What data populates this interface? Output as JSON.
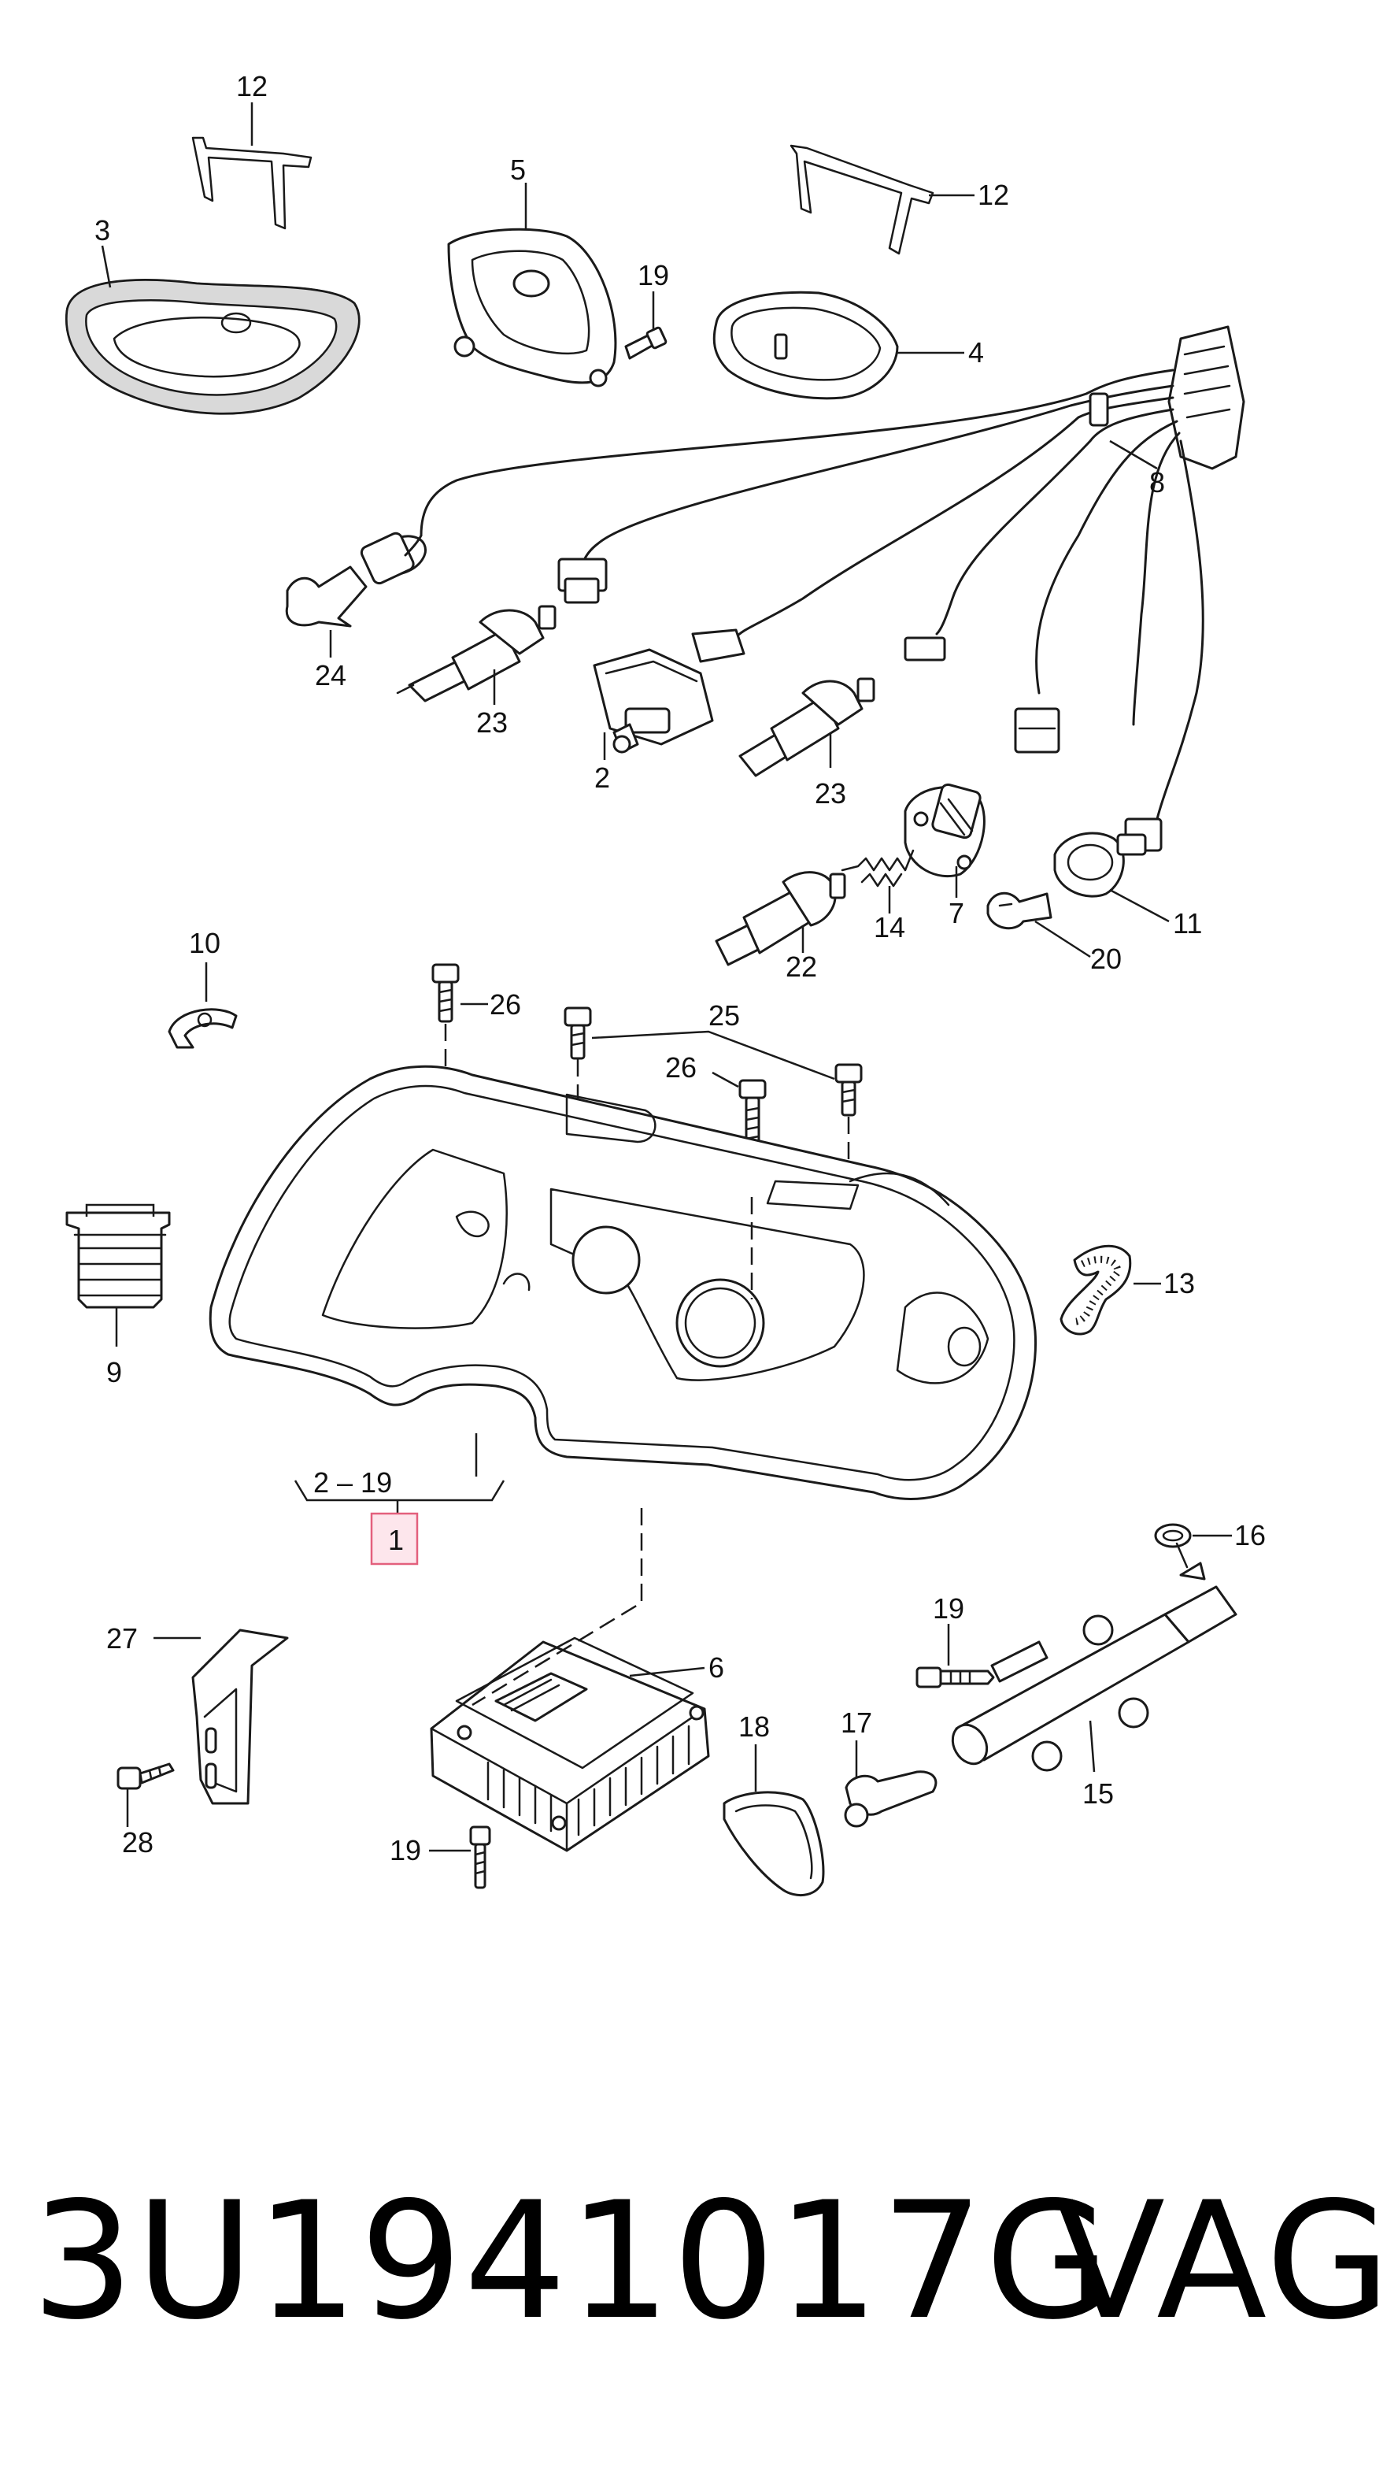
{
  "callouts": {
    "c12a": "12",
    "c12b": "12",
    "c3": "3",
    "c5": "5",
    "c19a": "19",
    "c4": "4",
    "c8": "8",
    "c24": "24",
    "c23a": "23",
    "c2": "2",
    "c23b": "23",
    "c7": "7",
    "c14": "14",
    "c22": "22",
    "c11": "11",
    "c20": "20",
    "c10": "10",
    "c26a": "26",
    "c25": "25",
    "c26b": "26",
    "c9": "9",
    "c13": "13",
    "c2_19": "2 – 19",
    "c1": "1",
    "c16": "16",
    "c27": "27",
    "c6": "6",
    "c19b": "19",
    "c17": "17",
    "c18": "18",
    "c15": "15",
    "c28": "28",
    "c19c": "19"
  },
  "part_number": "3U1941017G",
  "brand": "VAG",
  "colors": {
    "line": "#1a1a1a",
    "highlight_fill": "#fde6ec",
    "highlight_stroke": "#e3607d"
  }
}
